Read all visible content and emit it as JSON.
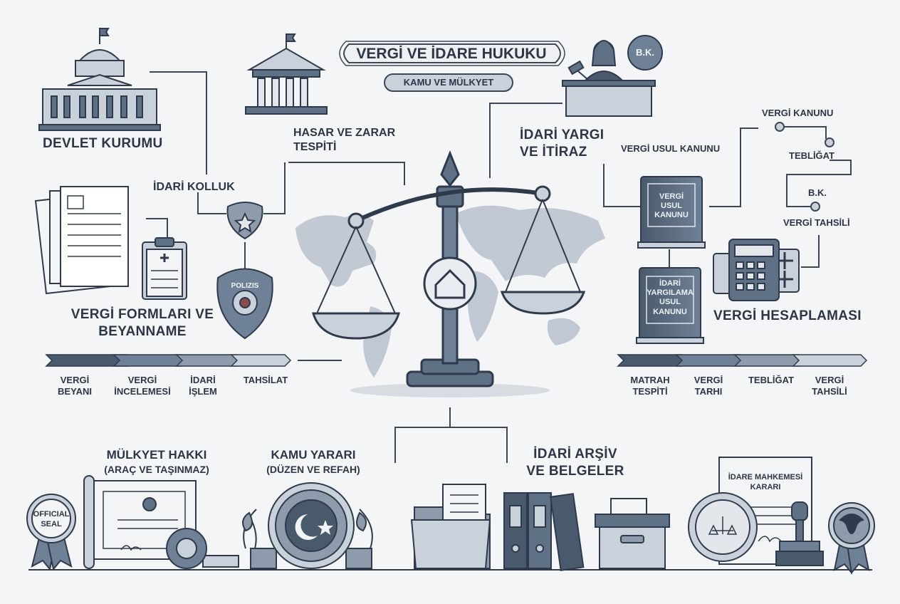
{
  "title": {
    "main": "VERGİ VE İDARE HUKUKU",
    "sub": "KAMU VE MÜLKYET"
  },
  "labels": {
    "devlet": "DEVLET KURUMU",
    "hasar_1": "HASAR VE ZARAR",
    "hasar_2": "TESPİTİ",
    "idari_kolluk": "İDARİ KOLLUK",
    "idari_yargi_1": "İDARİ YARGI",
    "idari_yargi_2": "VE İTİRAZ",
    "bk_badge": "B.K.",
    "vergi_usul": "VERGİ USUL KANUNU",
    "vergi_kanunu": "VERGİ KANUNU",
    "tebligat": "TEBLİĞAT",
    "bk": "B.K.",
    "vergi_tahsili": "VERGİ TAHSİLİ",
    "vergi_formlari_1": "VERGİ FORMLARI VE",
    "vergi_formlari_2": "BEYANNAME",
    "polis": "POLIZIS",
    "vergi_hesaplamasi": "VERGİ HESAPLAMASI",
    "book1": "VERGİ USUL KANUNU",
    "book2": "İDARİ YARGILAMA USUL KANUNU",
    "mulkiyet_1": "MÜLKYET HAKKI",
    "mulkiyet_2": "(ARAÇ VE TAŞINMAZ)",
    "kamu_1": "KAMU YARARI",
    "kamu_2": "(DÜZEN VE REFAH)",
    "arsiv_1": "İDARİ ARŞİV",
    "arsiv_2": "VE BELGELER",
    "official_1": "OFFICIAL",
    "official_2": "SEAL",
    "mahkeme_1": "İDARE MAHKEMESİ",
    "mahkeme_2": "KARARI"
  },
  "timeline_left": [
    {
      "l1": "VERGİ",
      "l2": "BEYANI"
    },
    {
      "l1": "VERGİ",
      "l2": "İNCELEMESİ"
    },
    {
      "l1": "İDARİ",
      "l2": "İŞLEM"
    },
    {
      "l1": "TAHSİLAT",
      "l2": ""
    }
  ],
  "timeline_right": [
    {
      "l1": "MATRAH",
      "l2": "TESPİTİ"
    },
    {
      "l1": "VERGİ",
      "l2": "TARHI"
    },
    {
      "l1": "TEBLİĞAT",
      "l2": ""
    },
    {
      "l1": "VERGİ",
      "l2": "TAHSİLİ"
    }
  ],
  "colors": {
    "ink": "#2f3b4c",
    "steel": "#5f7185",
    "light": "#c9d1db",
    "pale": "#e3e7ec",
    "map": "#b7c2cd"
  }
}
